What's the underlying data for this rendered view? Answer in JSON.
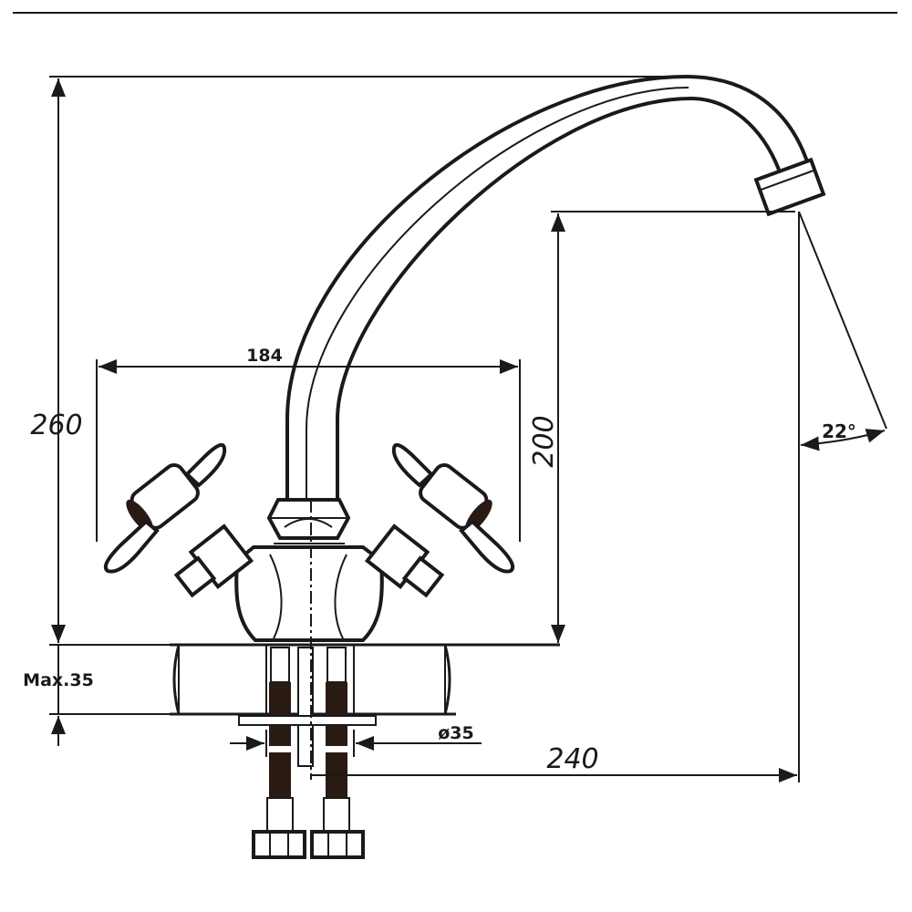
{
  "dimensions": {
    "overall_height": "260",
    "spout_height": "200",
    "handle_span": "184",
    "spout_reach": "240",
    "spout_angle": "22°",
    "max_deck_thickness": "Max.35",
    "mounting_hole_diameter": "ø35"
  },
  "colors": {
    "line": "#1a1a1a",
    "hose_fill": "#2a1a14",
    "background": "#ffffff"
  }
}
